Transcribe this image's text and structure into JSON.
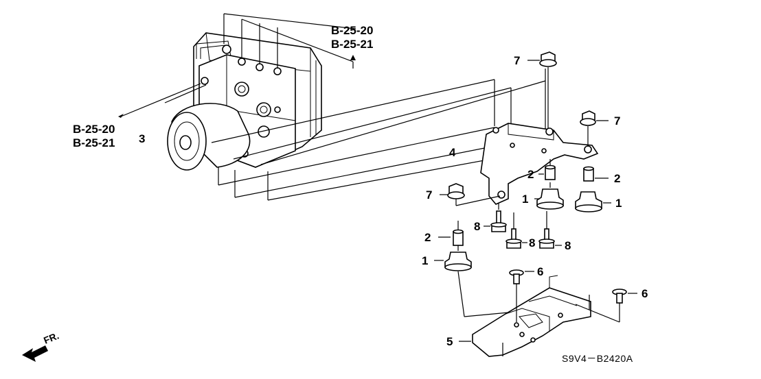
{
  "diagram": {
    "reference_groups": [
      {
        "line1": "B-25-20",
        "line2": "B-25-21"
      },
      {
        "line1": "B-25-20",
        "line2": "B-25-21"
      }
    ],
    "callouts": {
      "c1a": "1",
      "c1b": "1",
      "c1c": "1",
      "c2a": "2",
      "c2b": "2",
      "c2c": "2",
      "c3": "3",
      "c4": "4",
      "c5": "5",
      "c6a": "6",
      "c6b": "6",
      "c7a": "7",
      "c7b": "7",
      "c7c": "7",
      "c8a": "8",
      "c8b": "8",
      "c8c": "8"
    },
    "front_marker": "FR.",
    "drawing_code": "S9V4－B2420A"
  }
}
